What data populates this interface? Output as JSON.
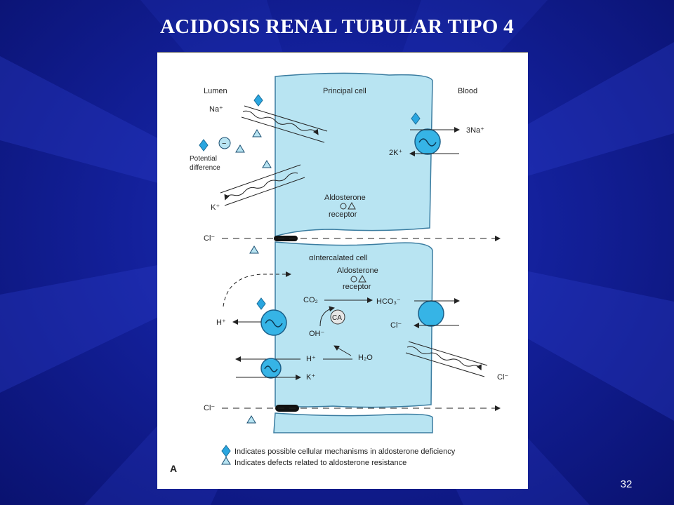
{
  "slide": {
    "title": "ACIDOSIS RENAL TUBULAR TIPO 4",
    "page_number": "32"
  },
  "figure": {
    "panel_letter": "A",
    "labels": {
      "lumen": "Lumen",
      "blood": "Blood",
      "principal_cell": "Principal cell",
      "na_in": "Na⁺",
      "na_out": "3Na⁺",
      "k_in_pump": "2K⁺",
      "potential_difference_1": "Potential",
      "potential_difference_2": "difference",
      "k_secreted": "K⁺",
      "aldosterone_1": "Aldosterone",
      "receptor_1": "receptor",
      "cl_upper": "Cl⁻",
      "intercalated_cell": "αIntercalated cell",
      "aldosterone_2": "Aldosterone",
      "receptor_2": "receptor",
      "h_pump": "H⁺",
      "co2": "CO₂",
      "hco3": "HCO₃⁻",
      "ca": "CA",
      "cl_exchanger": "Cl⁻",
      "oh": "OH⁻",
      "h_atpase": "H⁺",
      "h2o": "H₂O",
      "k_atpase": "K⁺",
      "cl_blood": "Cl⁻",
      "cl_lower": "Cl⁻",
      "minus_sign": "−"
    },
    "legend": [
      {
        "symbol": "diamond",
        "text": "Indicates possible cellular mechanisms in aldosterone deficiency"
      },
      {
        "symbol": "triangle",
        "text": "Indicates defects related to aldosterone resistance"
      }
    ],
    "colors": {
      "cell_fill": "#b8e4f2",
      "cell_stroke": "#3a7ca0",
      "pump_fill": "#36b4e6",
      "diamond_fill": "#2aa6e0",
      "background": "#1424a8"
    }
  }
}
